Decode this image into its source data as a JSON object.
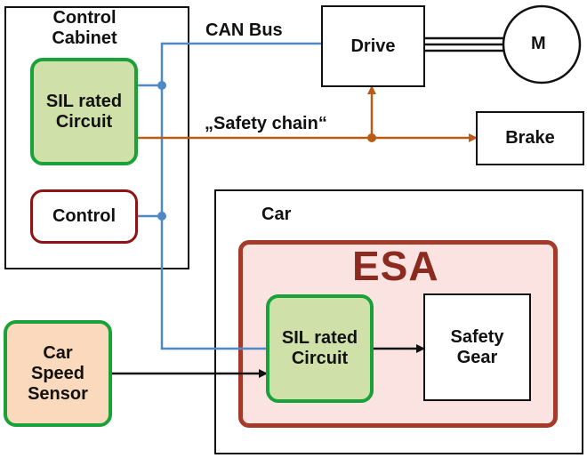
{
  "diagram": {
    "control_cabinet": {
      "title": "Control\nCabinet"
    },
    "sil_circuit_cabinet": {
      "label": "SIL rated\nCircuit"
    },
    "control": {
      "label": "Control"
    },
    "can_bus": {
      "label": "CAN Bus"
    },
    "safety_chain": {
      "label": "„Safety chain“"
    },
    "drive": {
      "label": "Drive"
    },
    "motor": {
      "label": "M"
    },
    "brake": {
      "label": "Brake"
    },
    "car": {
      "title": "Car"
    },
    "esa": {
      "title": "ESA"
    },
    "sil_circuit_car": {
      "label": "SIL rated\nCircuit"
    },
    "safety_gear": {
      "label": "Safety\nGear"
    },
    "car_speed_sensor": {
      "label": "Car\nSpeed\nSensor"
    }
  },
  "colors": {
    "can_bus": "#4f88c6",
    "safety_chain": "#b85c17",
    "sil_border": "#1aa23a",
    "sil_fill": "#cfe0a9",
    "control_border": "#8c1414",
    "esa_border": "#a53a2a",
    "esa_fill": "#fbe3e1",
    "esa_text": "#8b2a1e",
    "sensor_fill": "#fbd9bc"
  }
}
